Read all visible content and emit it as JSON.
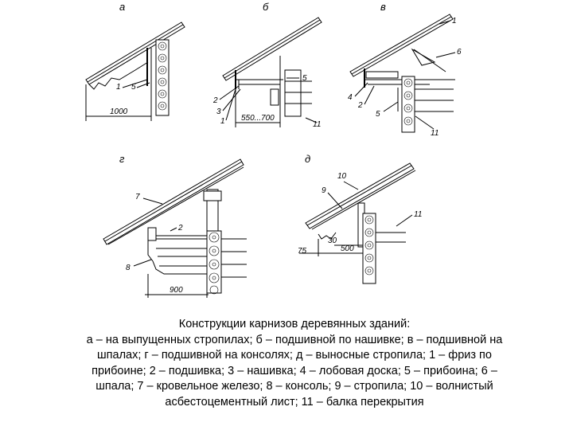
{
  "panels": {
    "a": {
      "letter": "а",
      "labels": [
        "1",
        "5"
      ],
      "dimension": "1000"
    },
    "b": {
      "letter": "б",
      "labels": [
        "5",
        "2",
        "3",
        "1",
        "11"
      ],
      "dimension": "550...700"
    },
    "v": {
      "letter": "в",
      "labels": [
        "1",
        "6",
        "4",
        "2",
        "5",
        "11"
      ]
    },
    "g": {
      "letter": "г",
      "labels": [
        "7",
        "2",
        "8"
      ],
      "dimension": "900"
    },
    "d": {
      "letter": "д",
      "labels": [
        "10",
        "9",
        "11",
        "30",
        "75",
        "500"
      ]
    }
  },
  "caption": {
    "title": "Конструкции карнизов деревянных зданий:",
    "body": "а – на выпущенных стропилах; б – подшивной по нашивке; в – подшивной на шпалах; г – подшивной на консолях; д – выносные стропила; 1 – фриз по прибоине; 2 – подшивка; 3 – нашивка; 4 – лобовая доска; 5 – прибоина; 6 –шпала; 7 – кровельное железо; 8 – консоль; 9 – стропила; 10 – волнистый асбестоцементный лист; 11 – балка перекрытия"
  }
}
